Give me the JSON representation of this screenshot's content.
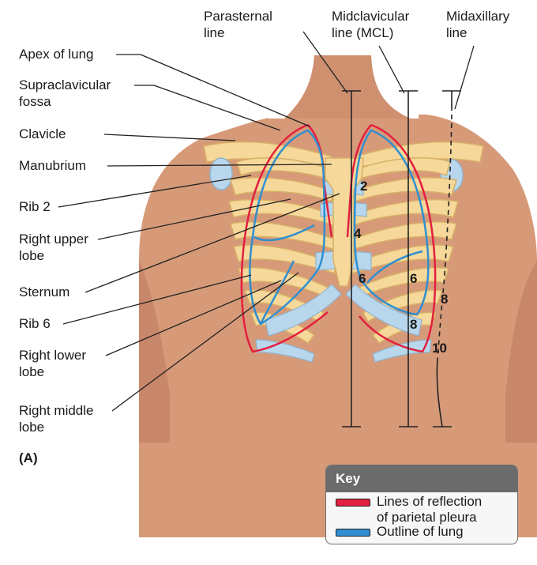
{
  "lines_header": {
    "parasternal": "Parasternal\nline",
    "midclavicular": "Midclavicular\nline (MCL)",
    "midaxillary": "Midaxillary\nline"
  },
  "labels": {
    "apex_of_lung": "Apex of lung",
    "supraclavicular_fossa": "Supraclavicular\nfossa",
    "clavicle": "Clavicle",
    "manubrium": "Manubrium",
    "rib_2": "Rib 2",
    "right_upper_lobe": "Right upper\nlobe",
    "sternum": "Sternum",
    "rib_6": "Rib 6",
    "right_lower_lobe": "Right lower\nlobe",
    "right_middle_lobe": "Right middle\nlobe"
  },
  "rib_numbers": {
    "n2": "2",
    "n4": "4",
    "n6_left": "6",
    "n6_right": "6",
    "n8_a": "8",
    "n8_b": "8",
    "n10": "10"
  },
  "panel_label": "(A)",
  "key": {
    "title": "Key",
    "items": [
      {
        "label": "Lines of reflection\nof parietal pleura",
        "color": "#e3203f"
      },
      {
        "label": "Outline of lung",
        "color": "#2f8fd0"
      }
    ]
  },
  "colors": {
    "skin": "#d79a78",
    "skin_shadow": "#c8866a",
    "bone": "#f5d89a",
    "bone_edge": "#d7b066",
    "cartilage": "#b9d7ec",
    "pleura": "#e3203f",
    "lung": "#2f8fd0"
  }
}
